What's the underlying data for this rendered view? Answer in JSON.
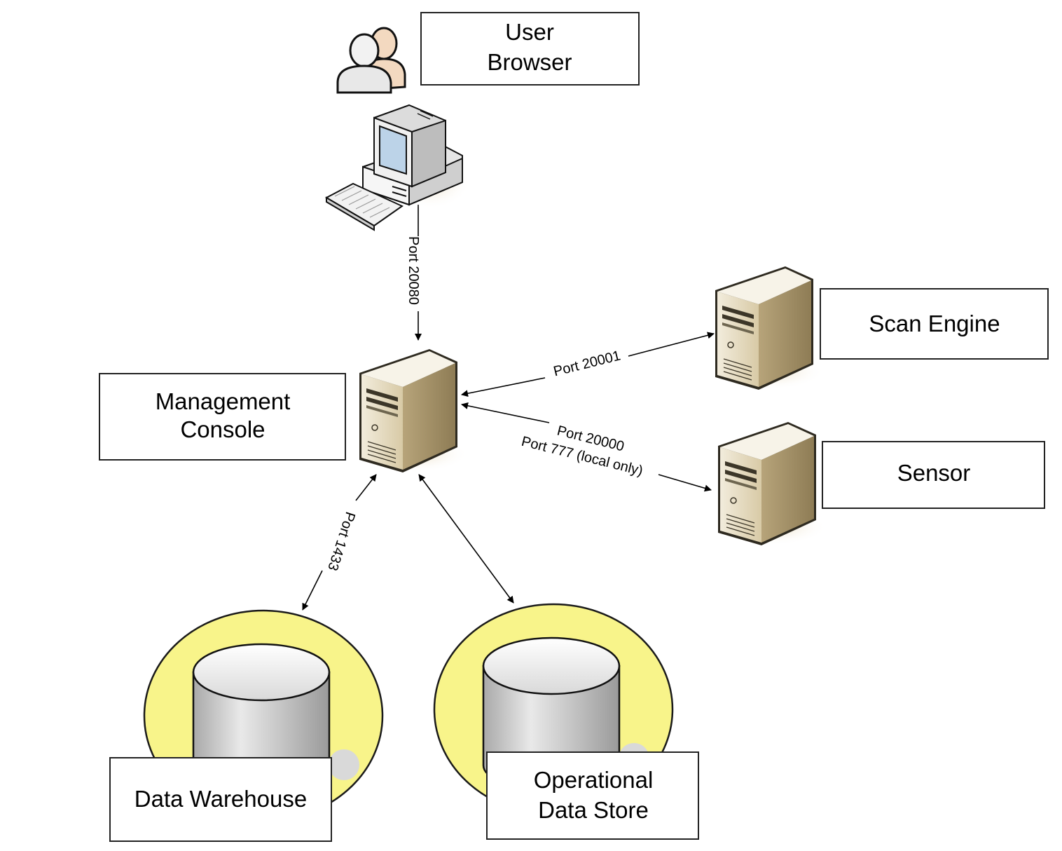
{
  "nodes": {
    "user_browser": {
      "lines": [
        "User",
        "Browser"
      ],
      "icon": "users-icon"
    },
    "workstation": {
      "icon": "desktop-computer-icon"
    },
    "management_console": {
      "lines": [
        "Management",
        "Console"
      ],
      "icon": "server-icon"
    },
    "scan_engine": {
      "lines": [
        "Scan Engine"
      ],
      "icon": "server-icon"
    },
    "sensor": {
      "lines": [
        "Sensor"
      ],
      "icon": "server-icon"
    },
    "data_warehouse": {
      "lines": [
        "Data Warehouse"
      ],
      "icon": "database-icon"
    },
    "operational_data_store": {
      "lines": [
        "Operational",
        "Data Store"
      ],
      "icon": "database-icon"
    }
  },
  "edges": {
    "browser_to_console": {
      "label": "Port 20080"
    },
    "console_scan_engine": {
      "label": "Port 20001"
    },
    "console_sensor": {
      "labels": [
        "Port 20000",
        "Port 777 (local only)"
      ]
    },
    "console_data_warehouse": {
      "label": "Port 1433"
    },
    "console_operational_data_store": {
      "label": ""
    }
  },
  "colors": {
    "server_body": "#e2d7bf",
    "server_side": "#b9a67c",
    "server_dark": "#3c3628",
    "database_halo": "#f8f48a",
    "database_cylinder": "#d6d6d6",
    "box_stroke": "#222222",
    "edge": "#000000"
  }
}
